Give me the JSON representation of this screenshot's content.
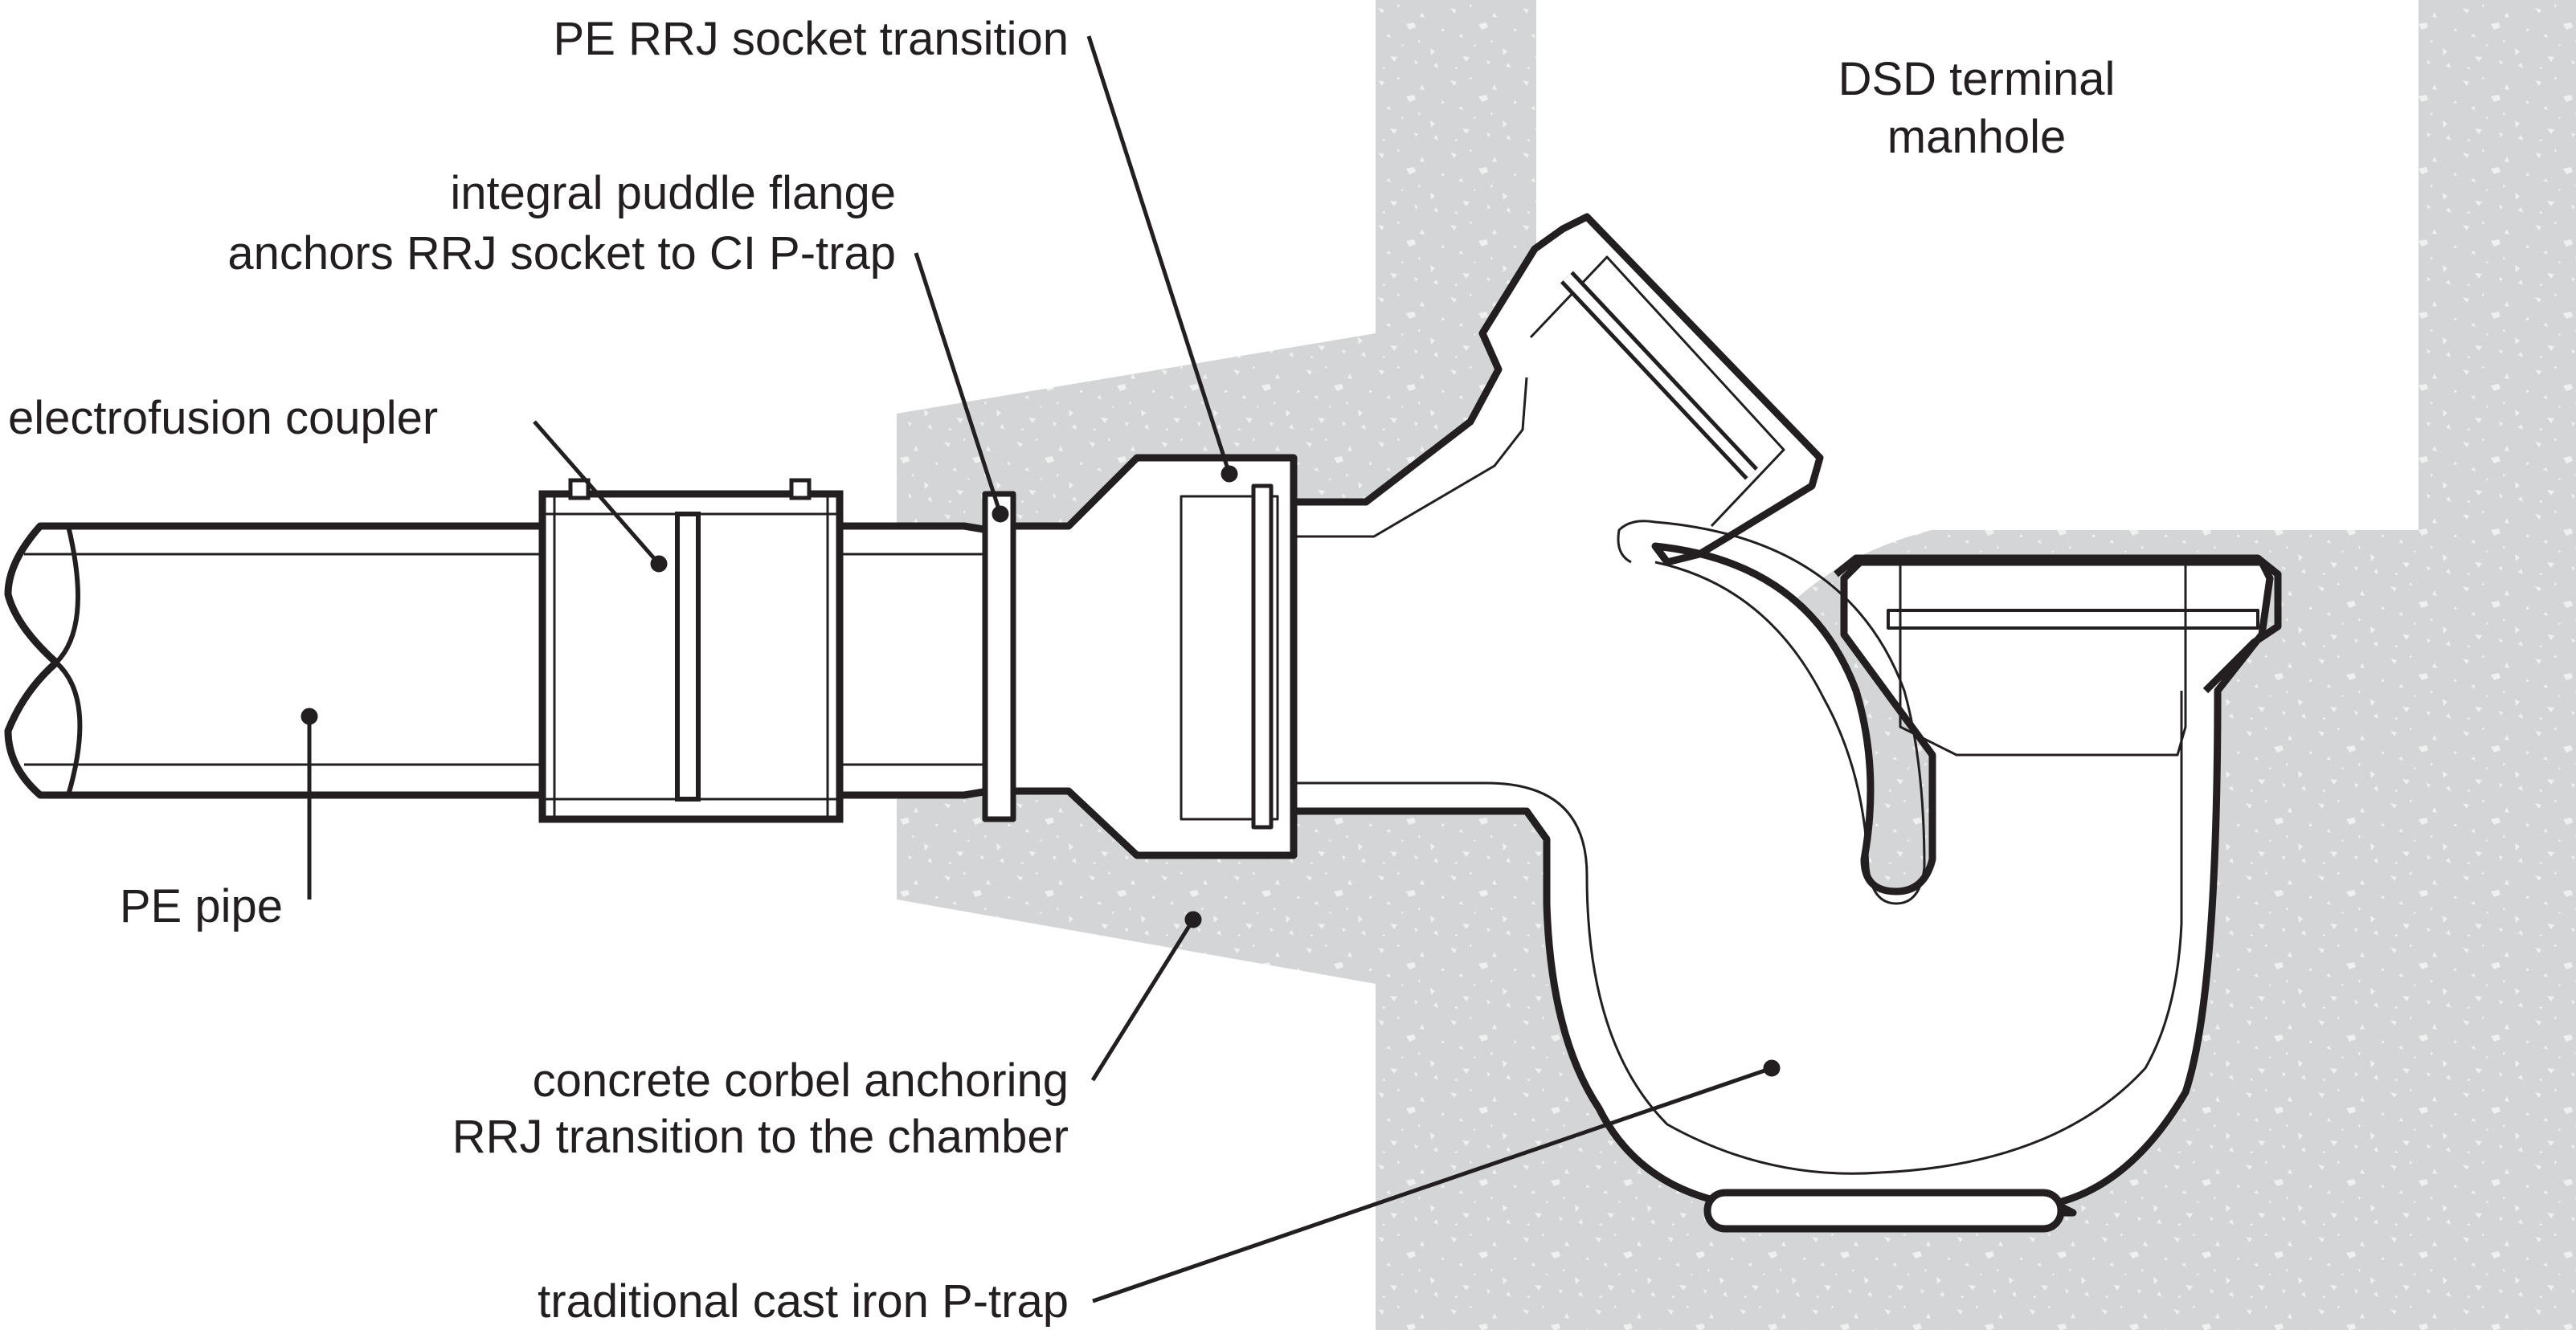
{
  "diagram": {
    "labels": {
      "rrj_socket": "PE RRJ socket transition",
      "manhole_line1": "DSD terminal",
      "manhole_line2": "manhole",
      "flange_line1": "integral puddle flange",
      "flange_line2": "anchors RRJ socket to CI P-trap",
      "coupler": "electrofusion coupler",
      "pe_pipe": "PE pipe",
      "corbel_line1": "concrete corbel anchoring",
      "corbel_line2": "RRJ transition to the chamber",
      "ptrap": "traditional cast iron P-trap"
    },
    "colors": {
      "concrete": "#d3d5d6",
      "concrete_speckle": "#f2f3f3",
      "line": "#231f20",
      "background": "#ffffff"
    }
  }
}
